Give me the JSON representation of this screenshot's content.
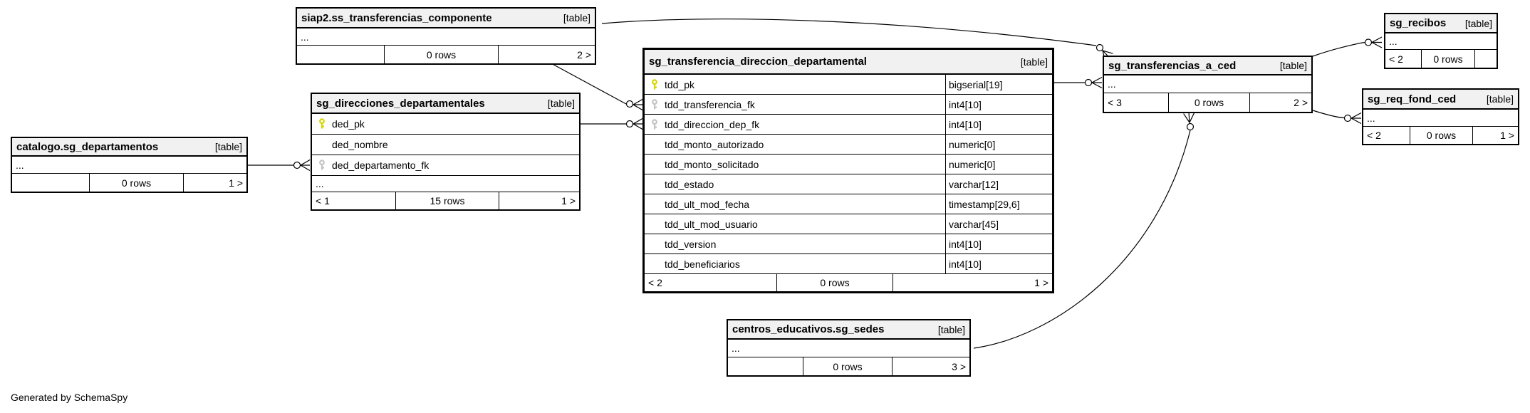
{
  "diagram": {
    "generated_by": "Generated by SchemaSpy",
    "table_tag": "[table]"
  },
  "colors": {
    "primary_key": "#d6d600",
    "foreign_key": "#c4c4c4",
    "header_bg": "#f1f1f1",
    "border": "#000000"
  },
  "tables": [
    {
      "id": "siap2_ss_transferencias_componente",
      "name": "siap2.ss_transferencias_componente",
      "tag": "[table]",
      "columns": [],
      "ellipsis": true,
      "footer": [
        "",
        "0 rows",
        "2 >"
      ]
    },
    {
      "id": "sg_transferencia_direccion_departamental",
      "name": "sg_transferencia_direccion_departamental",
      "tag": "[table]",
      "emphasized": true,
      "columns": [
        {
          "icon": "primary-key-icon",
          "name": "tdd_pk",
          "type": "bigserial[19]"
        },
        {
          "icon": "foreign-key-icon",
          "name": "tdd_transferencia_fk",
          "type": "int4[10]"
        },
        {
          "icon": "foreign-key-icon",
          "name": "tdd_direccion_dep_fk",
          "type": "int4[10]"
        },
        {
          "icon": null,
          "name": "tdd_monto_autorizado",
          "type": "numeric[0]"
        },
        {
          "icon": null,
          "name": "tdd_monto_solicitado",
          "type": "numeric[0]"
        },
        {
          "icon": null,
          "name": "tdd_estado",
          "type": "varchar[12]"
        },
        {
          "icon": null,
          "name": "tdd_ult_mod_fecha",
          "type": "timestamp[29,6]"
        },
        {
          "icon": null,
          "name": "tdd_ult_mod_usuario",
          "type": "varchar[45]"
        },
        {
          "icon": null,
          "name": "tdd_version",
          "type": "int4[10]"
        },
        {
          "icon": null,
          "name": "tdd_beneficiarios",
          "type": "int4[10]"
        }
      ],
      "ellipsis": false,
      "footer": [
        "< 2",
        "0 rows",
        "1 >"
      ]
    },
    {
      "id": "sg_direcciones_departamentales",
      "name": "sg_direcciones_departamentales",
      "tag": "[table]",
      "columns": [
        {
          "icon": "primary-key-icon",
          "name": "ded_pk",
          "type": null
        },
        {
          "icon": null,
          "name": "ded_nombre",
          "type": null
        },
        {
          "icon": "foreign-key-icon",
          "name": "ded_departamento_fk",
          "type": null
        }
      ],
      "ellipsis": true,
      "footer": [
        "< 1",
        "15 rows",
        "1 >"
      ]
    },
    {
      "id": "catalogo_sg_departamentos",
      "name": "catalogo.sg_departamentos",
      "tag": "[table]",
      "columns": [],
      "ellipsis": true,
      "footer": [
        "",
        "0 rows",
        "1 >"
      ]
    },
    {
      "id": "sg_recibos",
      "name": "sg_recibos",
      "tag": "[table]",
      "columns": [],
      "ellipsis": true,
      "footer": [
        "< 2",
        "0 rows",
        ""
      ]
    },
    {
      "id": "sg_transferencias_a_ced",
      "name": "sg_transferencias_a_ced",
      "tag": "[table]",
      "columns": [],
      "ellipsis": true,
      "footer": [
        "< 3",
        "0 rows",
        "2 >"
      ]
    },
    {
      "id": "sg_req_fond_ced",
      "name": "sg_req_fond_ced",
      "tag": "[table]",
      "columns": [],
      "ellipsis": true,
      "footer": [
        "< 2",
        "0 rows",
        "1 >"
      ]
    },
    {
      "id": "centros_educativos_sg_sedes",
      "name": "centros_educativos.sg_sedes",
      "tag": "[table]",
      "columns": [],
      "ellipsis": true,
      "footer": [
        "",
        "0 rows",
        "3 >"
      ]
    }
  ]
}
